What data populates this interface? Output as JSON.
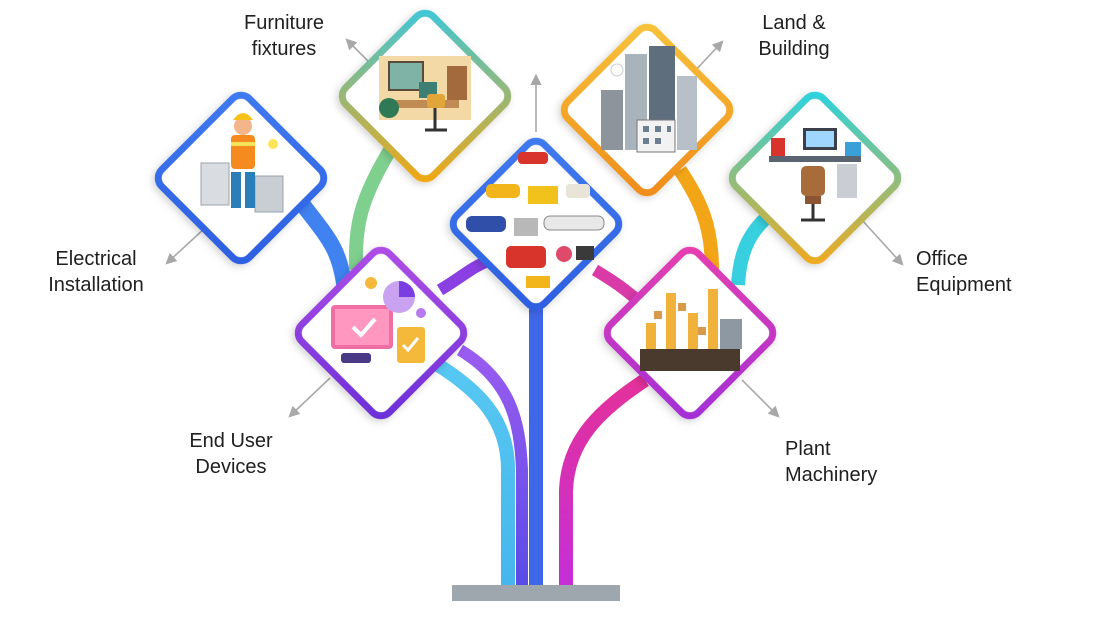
{
  "categories": [
    {
      "id": "furniture",
      "line1": "Furniture",
      "line2": "fixtures",
      "icon": "furniture-office-icon"
    },
    {
      "id": "land",
      "line1": "Land &",
      "line2": "Building",
      "icon": "city-buildings-icon"
    },
    {
      "id": "electrical",
      "line1": "Electrical",
      "line2": "Installation",
      "icon": "electrician-icon"
    },
    {
      "id": "office",
      "line1": "Office",
      "line2": "Equipment",
      "icon": "office-desk-chair-icon"
    },
    {
      "id": "enduser",
      "line1": "End User",
      "line2": "Devices",
      "icon": "laptop-devices-icon"
    },
    {
      "id": "plant",
      "line1": "Plant",
      "line2": "Machinery",
      "icon": "factory-robots-icon"
    },
    {
      "id": "vehicles",
      "icon": "vehicles-collage-icon"
    }
  ]
}
